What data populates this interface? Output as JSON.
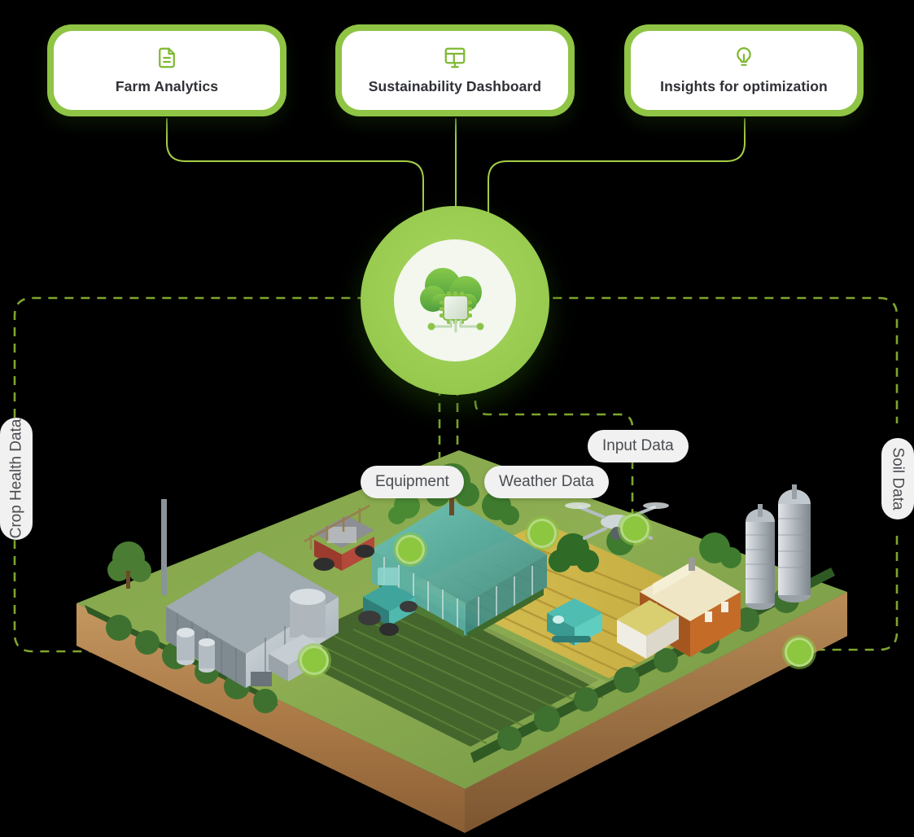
{
  "theme": {
    "accent_green": "#8FC445",
    "hub_green": "#9BCD52",
    "dash_green": "#7EA52E",
    "pill_bg": "#F1F1F1",
    "pill_text": "#4a4d52",
    "card_text": "#2f3136",
    "background": "#000000"
  },
  "top_cards": [
    {
      "label": "Farm Analytics",
      "icon": "document-report-icon"
    },
    {
      "label": "Sustainability Dashboard",
      "icon": "dashboard-monitor-icon"
    },
    {
      "label": "Insights for optimization",
      "icon": "lightbulb-icon"
    }
  ],
  "hub": {
    "icon": "cloud-chip-icon",
    "description": "Cloud computing core with microchip"
  },
  "data_pills": [
    {
      "label": "Equipment",
      "orientation": "horizontal"
    },
    {
      "label": "Weather Data",
      "orientation": "horizontal"
    },
    {
      "label": "Input Data",
      "orientation": "horizontal"
    },
    {
      "label": "Crop Health Data",
      "orientation": "vertical-left"
    },
    {
      "label": "Soil Data",
      "orientation": "vertical-right"
    }
  ],
  "farm_scene": {
    "description": "Isometric 3D farm diorama on a soil block",
    "elements": [
      "greenhouse-barn",
      "polytunnel-greenhouse",
      "grain-silos",
      "farmhouse-barn",
      "tractor",
      "harvester-robot",
      "drone",
      "crop-rows",
      "wheat-field",
      "trees-hedgerow",
      "soil-cross-section"
    ],
    "sensor_markers": 5
  }
}
